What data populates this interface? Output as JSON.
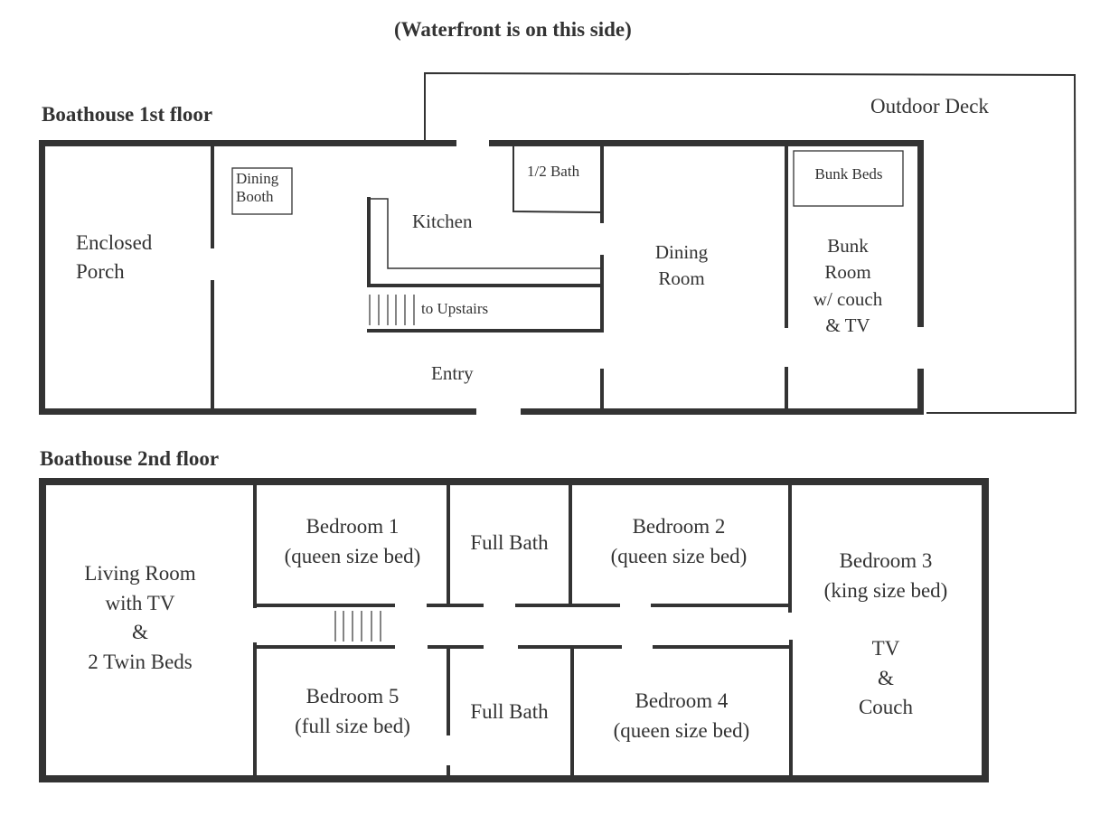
{
  "orientation_note": "(Waterfront is on this side)",
  "floors": {
    "first": {
      "title": "Boathouse 1st floor",
      "rooms": {
        "enclosed_porch": [
          "Enclosed",
          "Porch"
        ],
        "dining_booth": [
          "Dining",
          "Booth"
        ],
        "kitchen": "Kitchen",
        "half_bath": "1/2 Bath",
        "to_upstairs": "to Upstairs",
        "entry": "Entry",
        "dining_room": [
          "Dining",
          "Room"
        ],
        "bunk_beds": "Bunk Beds",
        "bunk_room": [
          "Bunk",
          "Room",
          "w/ couch",
          "& TV"
        ],
        "outdoor_deck": "Outdoor Deck"
      }
    },
    "second": {
      "title": "Boathouse 2nd floor",
      "rooms": {
        "living_room": [
          "Living Room",
          "with TV",
          "&",
          "2 Twin Beds"
        ],
        "bedroom1": [
          "Bedroom 1",
          "(queen size bed)"
        ],
        "full_bath_upper": "Full Bath",
        "bedroom2": [
          "Bedroom 2",
          "(queen size bed)"
        ],
        "bedroom3": [
          "Bedroom 3",
          "(king size bed)"
        ],
        "bedroom3_extra": [
          "TV",
          "&",
          "Couch"
        ],
        "bedroom5": [
          "Bedroom 5",
          "(full size bed)"
        ],
        "full_bath_lower": "Full Bath",
        "bedroom4": [
          "Bedroom 4",
          "(queen size bed)"
        ]
      }
    }
  }
}
